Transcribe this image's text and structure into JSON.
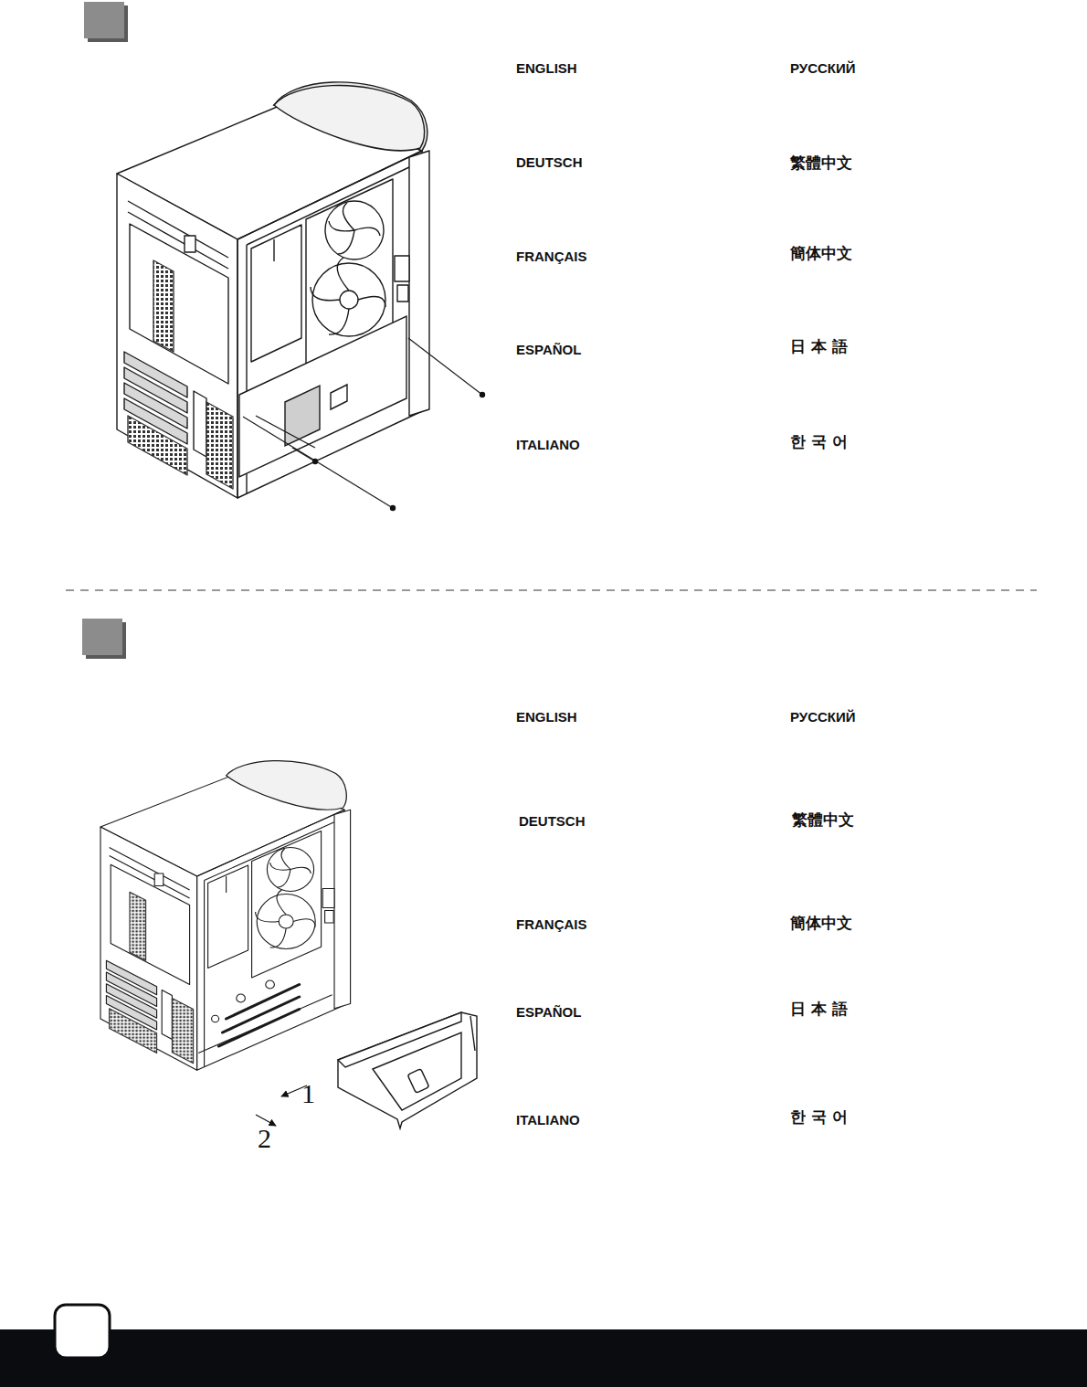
{
  "diagram": {
    "labels": [
      "ENGLISH",
      "РУССКИЙ",
      "DEUTSCH",
      "繁體中文",
      "FRANÇAIS",
      "簡体中文",
      "ESPAÑOL",
      "日 本 語",
      "ITALIANO",
      "한 국 어",
      "ENGLISH",
      "РУССКИЙ",
      "DEUTSCH",
      "繁體中文",
      "FRANÇAIS",
      "簡体中文",
      "ESPAÑOL",
      "日 本 語",
      "ITALIANO",
      "한 국 어",
      "1",
      "2"
    ]
  }
}
